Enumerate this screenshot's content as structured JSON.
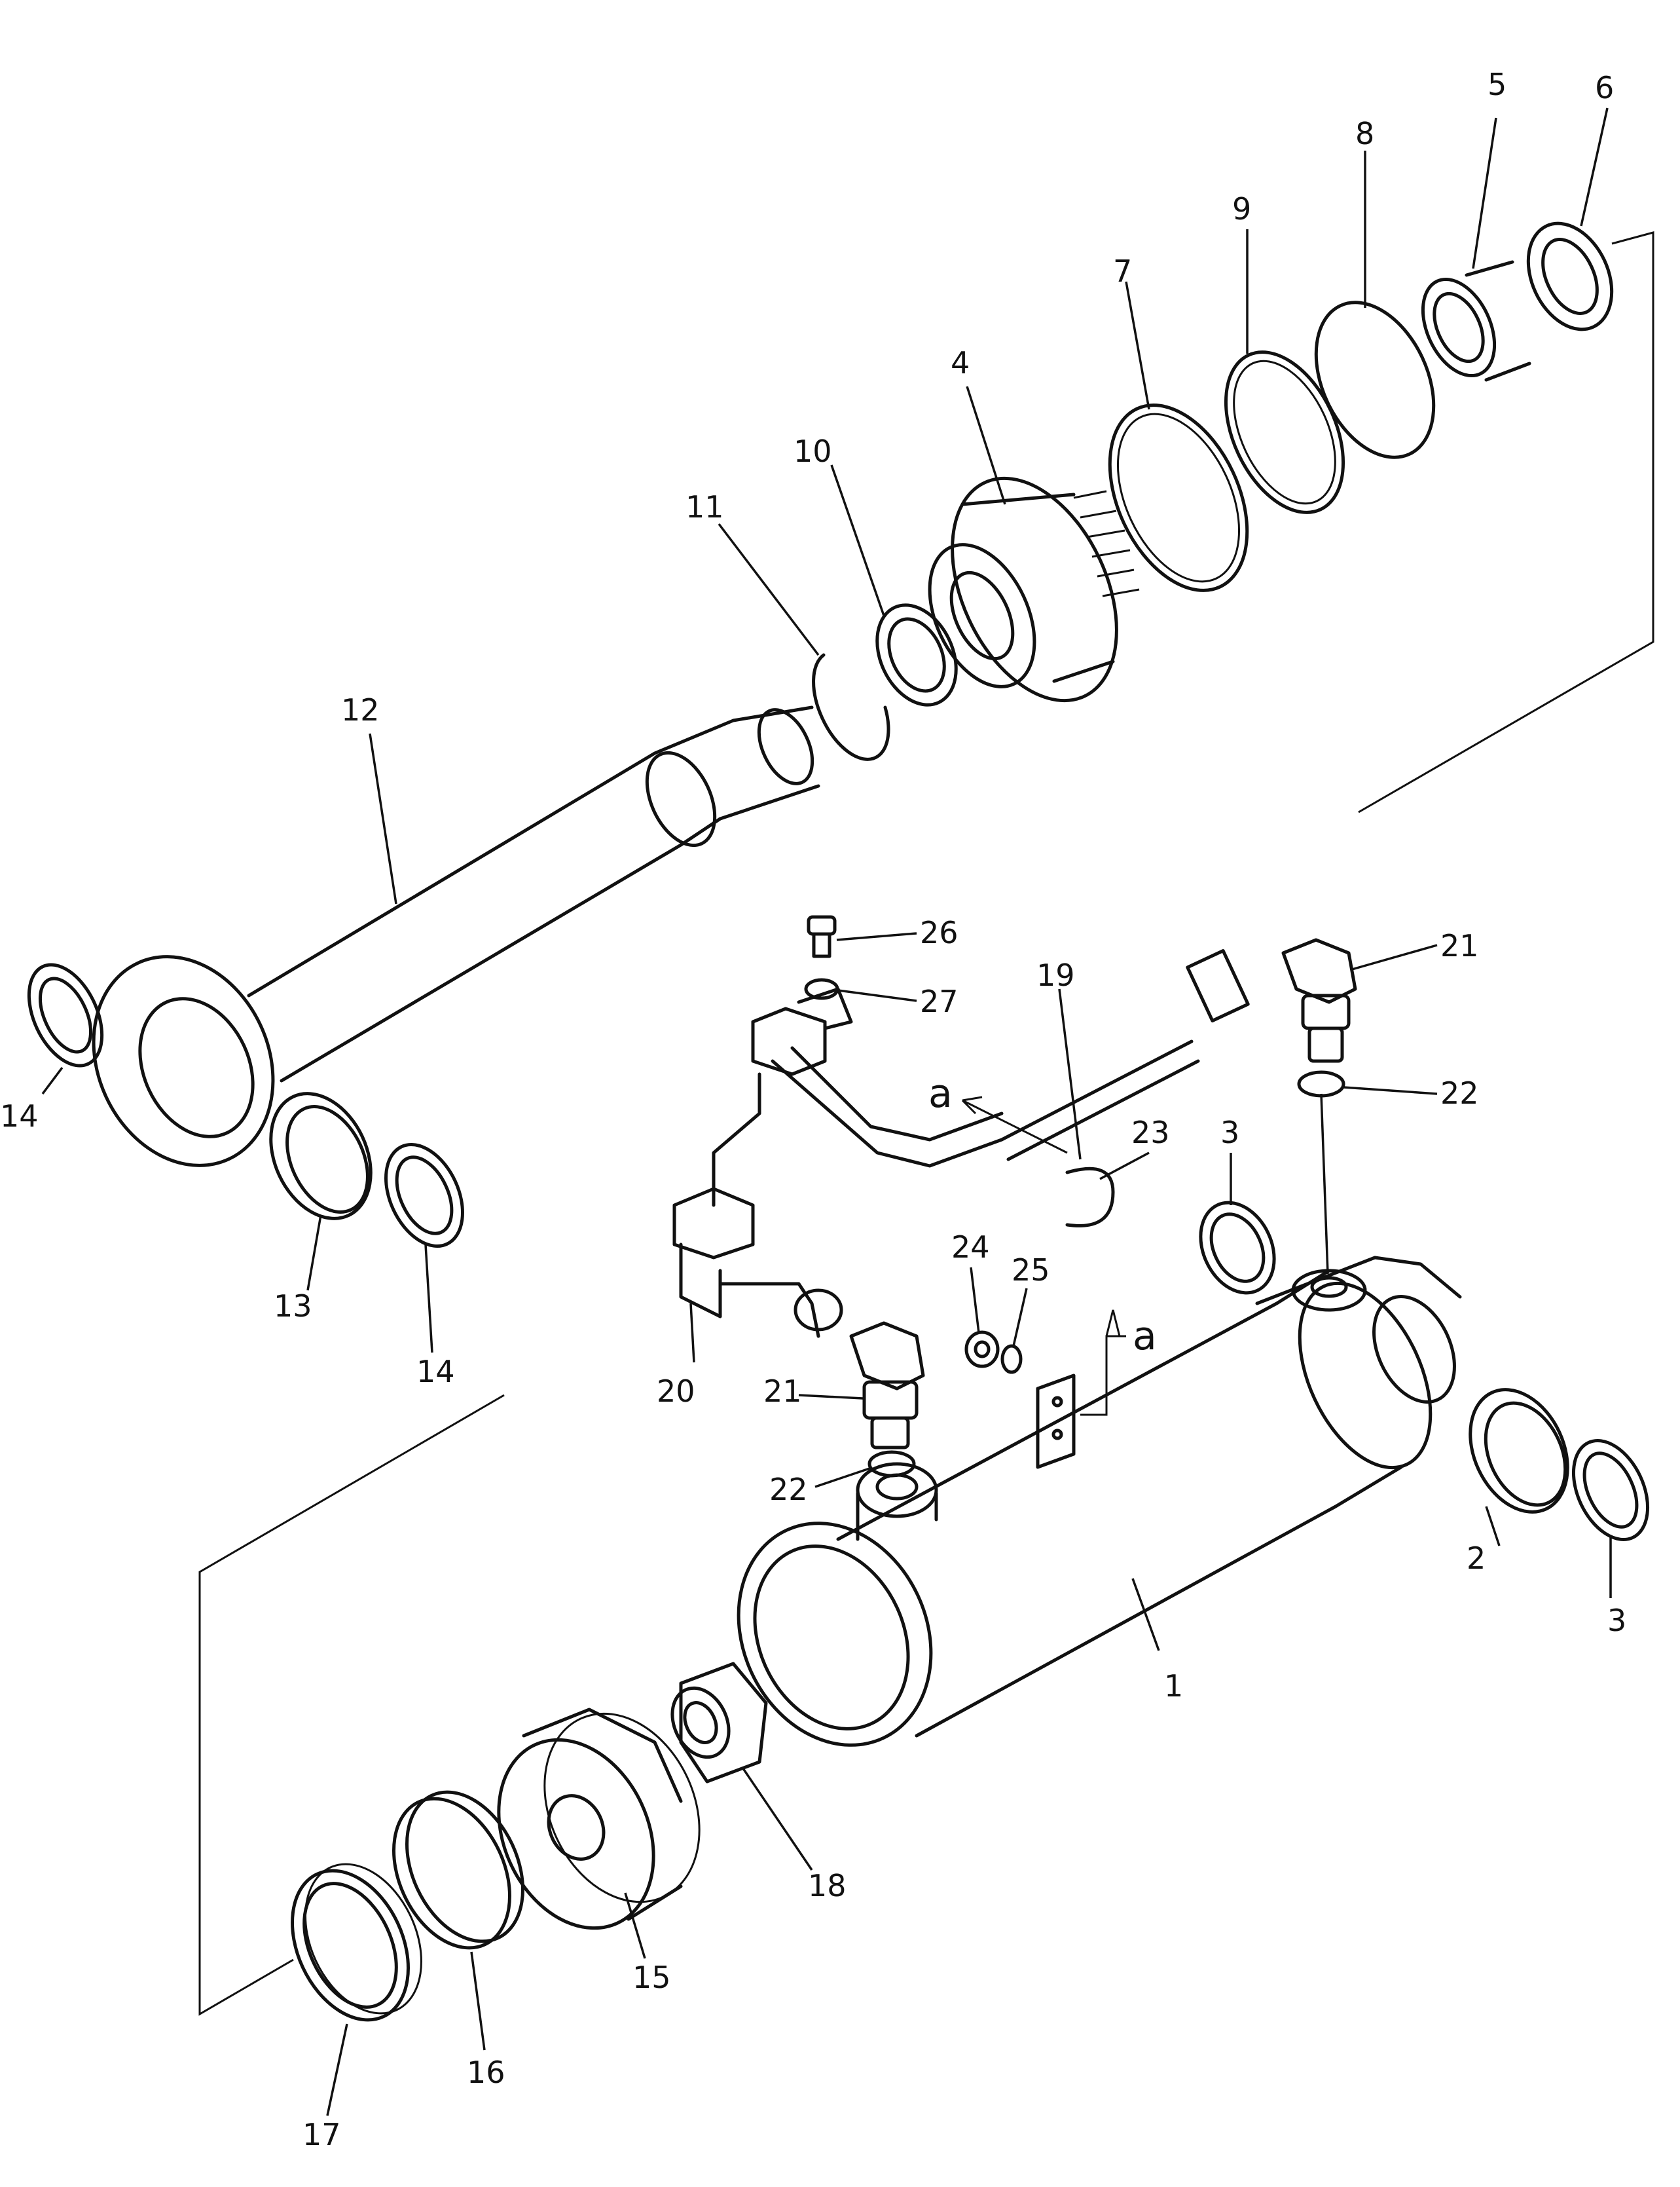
{
  "diagram": {
    "callouts": [
      {
        "id": "c1",
        "text": "1"
      },
      {
        "id": "c2",
        "text": "2"
      },
      {
        "id": "c3a",
        "text": "3"
      },
      {
        "id": "c3b",
        "text": "3"
      },
      {
        "id": "c4",
        "text": "4"
      },
      {
        "id": "c5",
        "text": "5"
      },
      {
        "id": "c6",
        "text": "6"
      },
      {
        "id": "c7",
        "text": "7"
      },
      {
        "id": "c8",
        "text": "8"
      },
      {
        "id": "c9",
        "text": "9"
      },
      {
        "id": "c10",
        "text": "10"
      },
      {
        "id": "c11",
        "text": "11"
      },
      {
        "id": "c12",
        "text": "12"
      },
      {
        "id": "c13",
        "text": "13"
      },
      {
        "id": "c14a",
        "text": "14"
      },
      {
        "id": "c14b",
        "text": "14"
      },
      {
        "id": "c15",
        "text": "15"
      },
      {
        "id": "c16",
        "text": "16"
      },
      {
        "id": "c17",
        "text": "17"
      },
      {
        "id": "c18",
        "text": "18"
      },
      {
        "id": "c19",
        "text": "19"
      },
      {
        "id": "c20",
        "text": "20"
      },
      {
        "id": "c21a",
        "text": "21"
      },
      {
        "id": "c21b",
        "text": "21"
      },
      {
        "id": "c22a",
        "text": "22"
      },
      {
        "id": "c22b",
        "text": "22"
      },
      {
        "id": "c23",
        "text": "23"
      },
      {
        "id": "c24",
        "text": "24"
      },
      {
        "id": "c25",
        "text": "25"
      },
      {
        "id": "c26",
        "text": "26"
      },
      {
        "id": "c27",
        "text": "27"
      }
    ],
    "refs": [
      {
        "id": "ra1",
        "text": "a"
      },
      {
        "id": "ra2",
        "text": "a"
      }
    ]
  }
}
